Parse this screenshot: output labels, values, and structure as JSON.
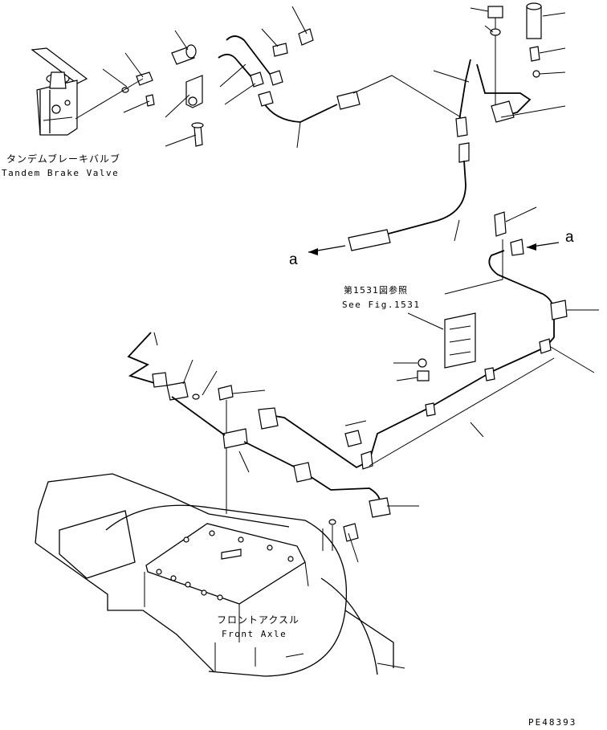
{
  "labels": {
    "tandem_valve_jp": "タンデムブレーキバルブ",
    "tandem_valve_en": "Tandem Brake Valve",
    "callout_a_left": "a",
    "callout_a_right": "a",
    "see_fig_jp": "第1531図参照",
    "see_fig_en": "See Fig.1531",
    "front_axle_jp": "フロントアクスル",
    "front_axle_en": "Front Axle",
    "drawing_code": "PE48393"
  },
  "colors": {
    "line": "#000000",
    "background": "#ffffff"
  }
}
